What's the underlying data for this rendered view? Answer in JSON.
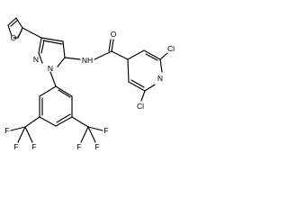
{
  "molecule": {
    "atom_labels": {
      "o_furan": "O",
      "n_ring1": "N",
      "n_ring2": "N",
      "n_amide": "NH",
      "o_carbonyl": "O",
      "cl_top": "Cl",
      "cl_bottom": "Cl",
      "n_pyridine": "N",
      "f_l1": "F",
      "f_l2": "F",
      "f_l3": "F",
      "f_r1": "F",
      "f_r2": "F",
      "f_r3": "F"
    }
  }
}
